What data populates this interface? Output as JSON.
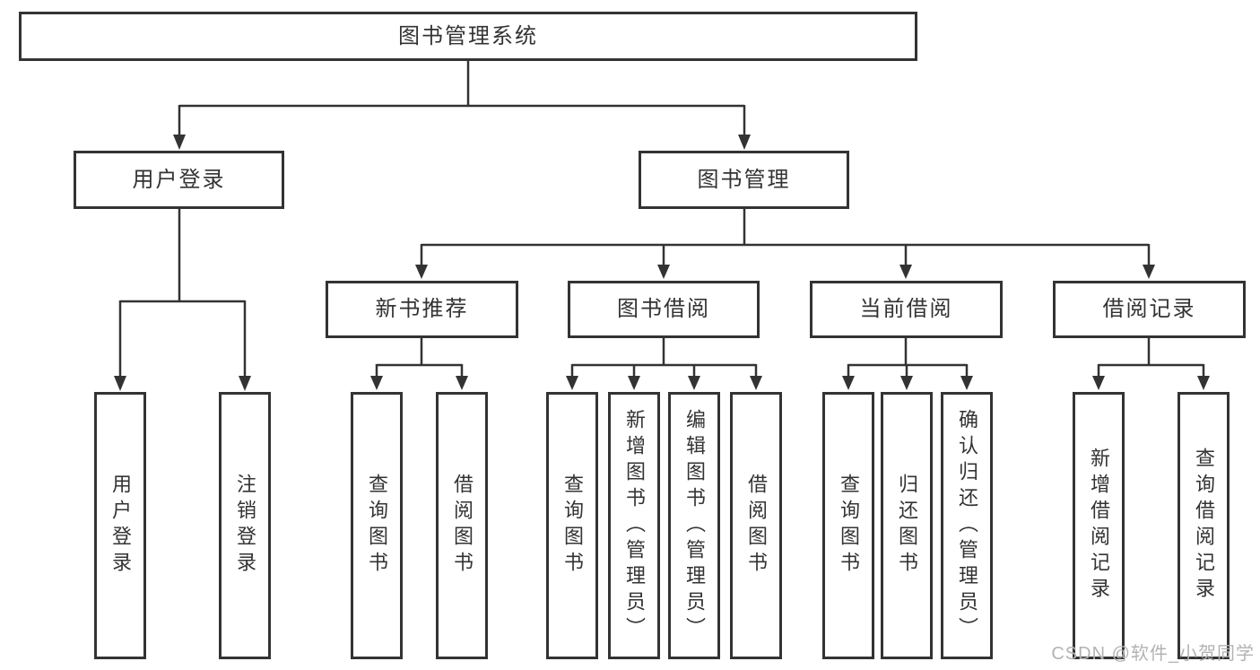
{
  "watermark": "CSDN @软件_小贺同学",
  "colors": {
    "line": "#333333",
    "box_border": "#333333",
    "text": "#333333",
    "watermark": "#b3b3b3",
    "background": "#ffffff"
  },
  "tree": {
    "root": {
      "label": "图书管理系统",
      "children": [
        {
          "label": "用户登录",
          "children": [
            {
              "label": "用户登录"
            },
            {
              "label": "注销登录"
            }
          ]
        },
        {
          "label": "图书管理",
          "children": [
            {
              "label": "新书推荐",
              "children": [
                {
                  "label": "查询图书"
                },
                {
                  "label": "借阅图书"
                }
              ]
            },
            {
              "label": "图书借阅",
              "children": [
                {
                  "label": "查询图书"
                },
                {
                  "label": "新增图书（管理员）"
                },
                {
                  "label": "编辑图书（管理员）"
                },
                {
                  "label": "借阅图书"
                }
              ]
            },
            {
              "label": "当前借阅",
              "children": [
                {
                  "label": "查询图书"
                },
                {
                  "label": "归还图书"
                },
                {
                  "label": "确认归还（管理员）"
                }
              ]
            },
            {
              "label": "借阅记录",
              "children": [
                {
                  "label": "新增借阅记录"
                },
                {
                  "label": "查询借阅记录"
                }
              ]
            }
          ]
        }
      ]
    }
  }
}
